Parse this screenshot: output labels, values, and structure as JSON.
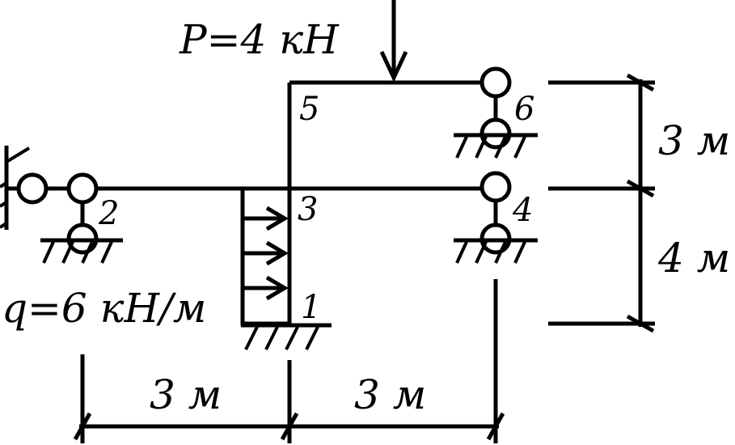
{
  "loads": {
    "force": "P=4 кН",
    "distributed": "q=6 кН/м"
  },
  "nodes": {
    "n1": "1",
    "n2": "2",
    "n3": "3",
    "n4": "4",
    "n5": "5",
    "n6": "6"
  },
  "dimensions": {
    "top_span": "3 м",
    "lower_span": "4 м",
    "left_span": "3 м",
    "right_span": "3 м"
  }
}
